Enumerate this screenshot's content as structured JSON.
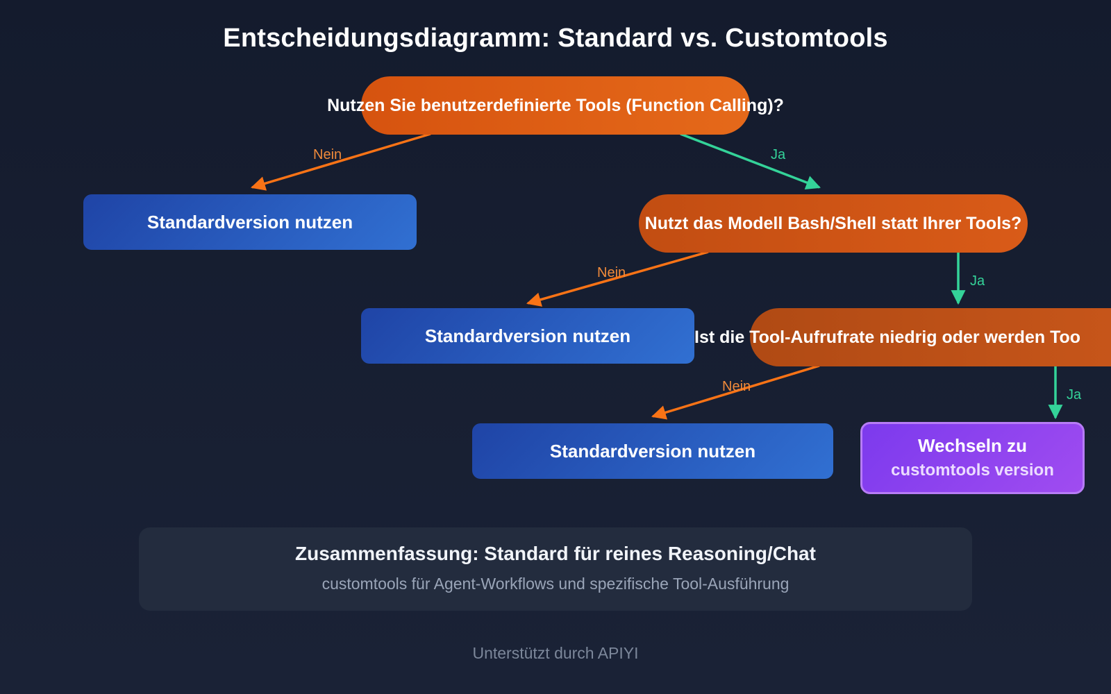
{
  "title": "Entscheidungsdiagramm: Standard vs. Customtools",
  "colors": {
    "no_edge": "#f97316",
    "yes_edge": "#34d399",
    "decision": "#e0600f",
    "standard": "#2a5fc4",
    "custom": "#8b44ee"
  },
  "nodes": {
    "q1": "Nutzen Sie benutzerdefinierte Tools (Function Calling)?",
    "q2": "Nutzt das Modell Bash/Shell statt Ihrer Tools?",
    "q3": "Ist die Tool-Aufrufrate niedrig oder werden Too",
    "standard_1": "Standardversion nutzen",
    "standard_2": "Standardversion nutzen",
    "standard_3": "Standardversion nutzen",
    "custom_line1": "Wechseln zu",
    "custom_line2": "customtools version"
  },
  "edges": {
    "no": "Nein",
    "yes": "Ja"
  },
  "summary": {
    "title": "Zusammenfassung: Standard für reines Reasoning/Chat",
    "subtitle": "customtools für Agent-Workflows und spezifische Tool-Ausführung"
  },
  "footer": "Unterstützt durch APIYI"
}
